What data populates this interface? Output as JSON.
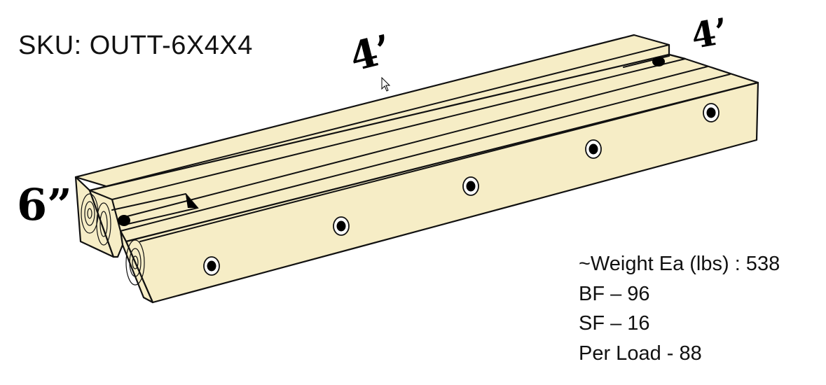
{
  "sku": {
    "label": "SKU: OUTT-6X4X4"
  },
  "dimensions": {
    "length": "4’",
    "width": "4’",
    "height": "6”"
  },
  "specs": [
    {
      "label": "~Weight Ea (lbs) : 538"
    },
    {
      "label": "BF – 96"
    },
    {
      "label": "SF – 16"
    },
    {
      "label": "Per Load - 88"
    }
  ],
  "colors": {
    "wood": "#F6EDC6",
    "outline": "#111111",
    "text": "#111111"
  },
  "illustration": {
    "subject": "stacked-timber-mat",
    "bolt_count_visible": 5
  }
}
